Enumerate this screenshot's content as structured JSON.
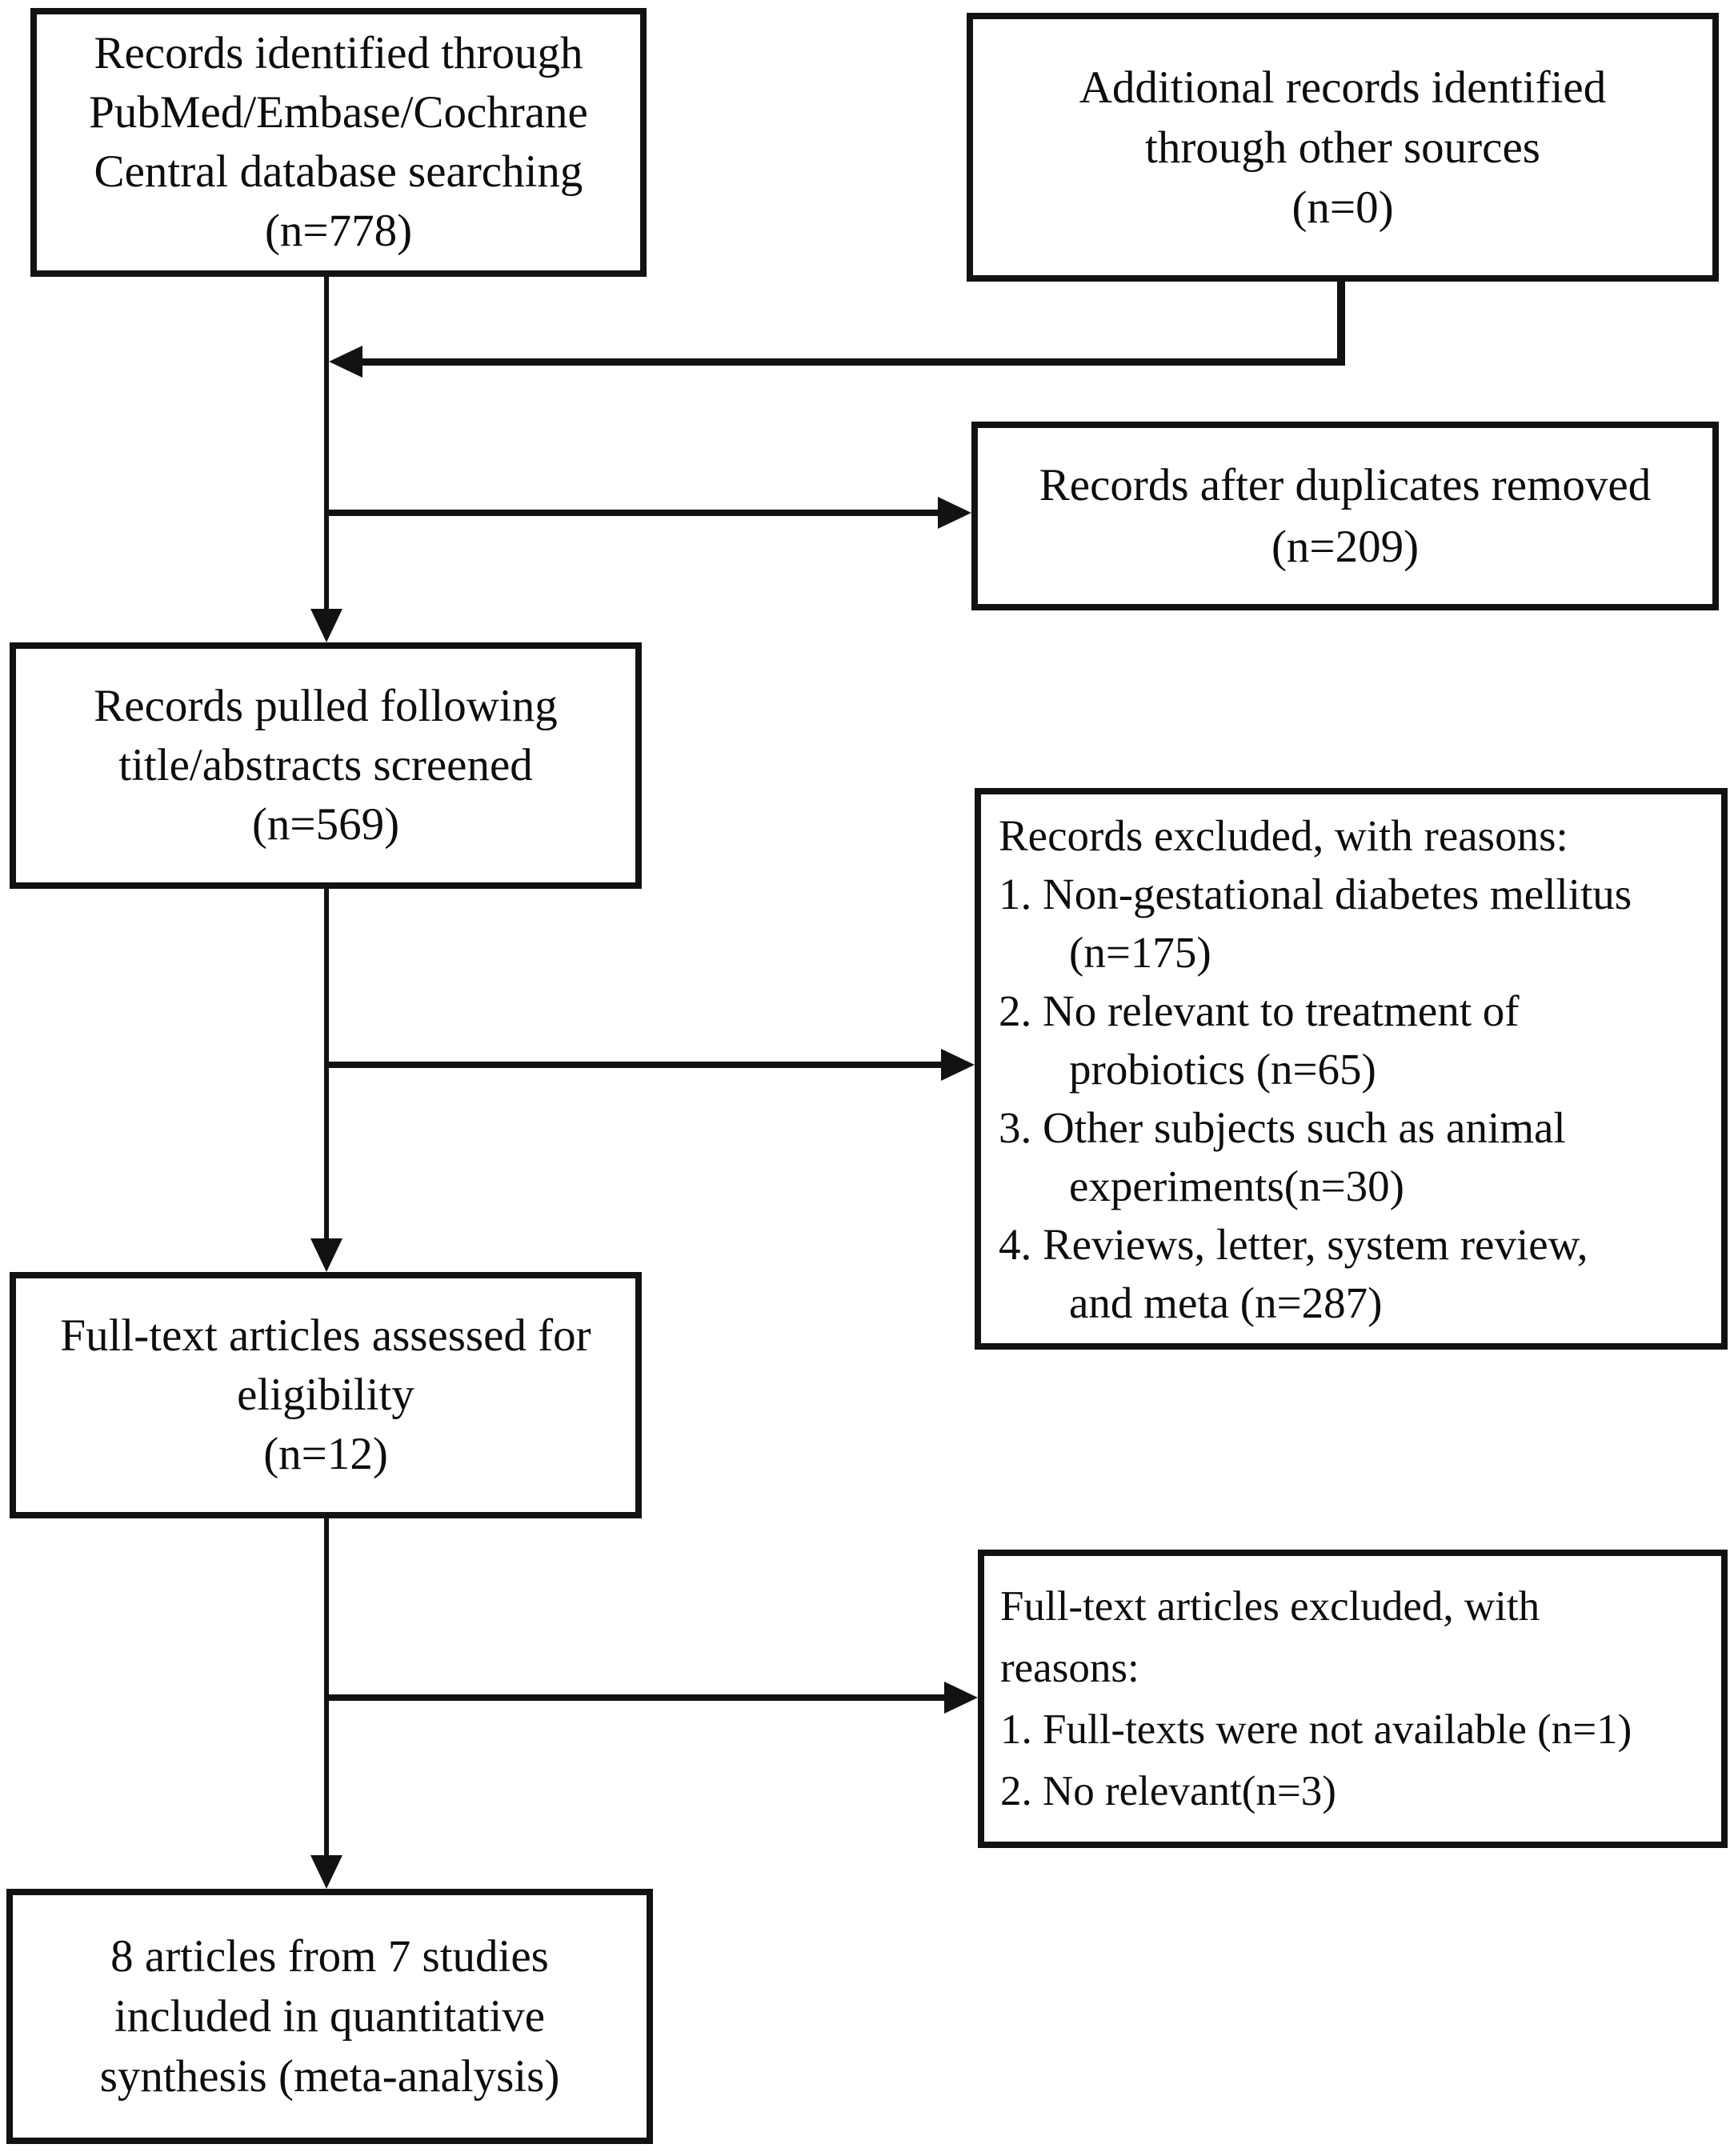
{
  "boxes": {
    "identified_db": {
      "lines": [
        "Records identified through",
        "PubMed/Embase/Cochrane",
        "Central database searching",
        "(n=778)"
      ]
    },
    "identified_other": {
      "lines": [
        "Additional records identified",
        "through other sources",
        "(n=0)"
      ]
    },
    "duplicates_removed": {
      "lines": [
        "Records after duplicates removed",
        "(n=209)"
      ]
    },
    "screened": {
      "lines": [
        "Records pulled following",
        "title/abstracts screened",
        "(n=569)"
      ]
    },
    "records_excluded": {
      "lines": [
        "Records excluded, with reasons:",
        "1. Non-gestational diabetes mellitus",
        "(n=175)",
        "2. No relevant to treatment of",
        "probiotics (n=65)",
        "3. Other subjects such as animal",
        "experiments(n=30)",
        "4. Reviews, letter, system review,",
        "and meta (n=287)"
      ]
    },
    "fulltext_assessed": {
      "lines": [
        "Full-text articles assessed for",
        "eligibility",
        "(n=12)"
      ]
    },
    "fulltext_excluded": {
      "lines": [
        "Full-text articles excluded, with",
        "reasons:",
        "1. Full-texts were not available (n=1)",
        "2. No relevant(n=3)"
      ]
    },
    "included": {
      "lines": [
        "8 articles from 7 studies",
        "included in quantitative",
        "synthesis (meta-analysis)"
      ]
    }
  },
  "colors": {
    "ink": "#121212",
    "background": "#ffffff"
  }
}
